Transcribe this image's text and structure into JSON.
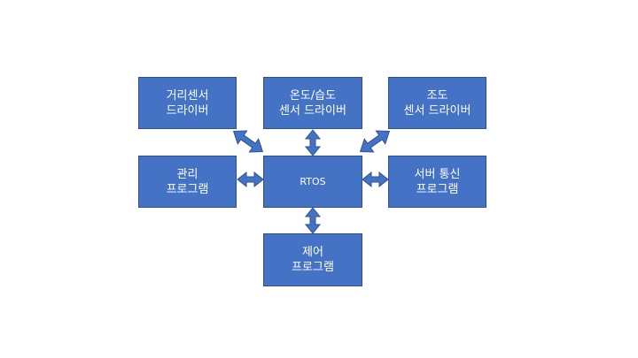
{
  "colors": {
    "box_fill": "#4472c4",
    "box_border": "#2f528f",
    "text": "#ffffff"
  },
  "boxes": {
    "distance": {
      "line1": "거리센서",
      "line2": "드라이버"
    },
    "temp": {
      "line1": "온도/습도",
      "line2": "센서 드라이버"
    },
    "light": {
      "line1": "조도",
      "line2": "센서 드라이버"
    },
    "manage": {
      "line1": "관리",
      "line2": "프로그램"
    },
    "rtos": {
      "line1": "RTOS"
    },
    "server": {
      "line1": "서버 통신",
      "line2": "프로그램"
    },
    "control": {
      "line1": "제어",
      "line2": "프로그램"
    }
  }
}
